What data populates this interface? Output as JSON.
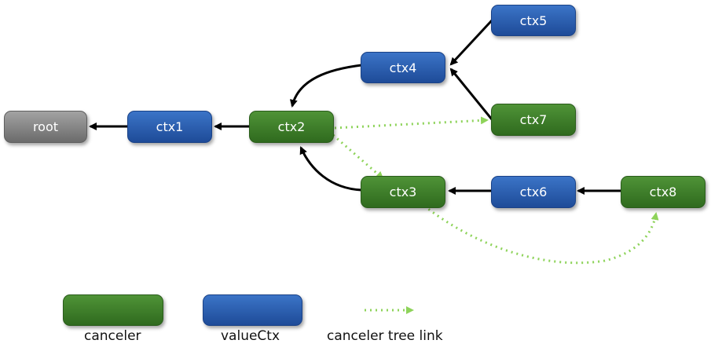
{
  "colors": {
    "canceler": "#3e7d2b",
    "valueCtx": "#2a5db0",
    "root": "#8a8a8a",
    "tree_link": "#8ed35a",
    "edge": "#000000"
  },
  "nodes": {
    "root": {
      "label": "root",
      "kind": "root"
    },
    "ctx1": {
      "label": "ctx1",
      "kind": "valueCtx"
    },
    "ctx2": {
      "label": "ctx2",
      "kind": "canceler"
    },
    "ctx3": {
      "label": "ctx3",
      "kind": "canceler"
    },
    "ctx4": {
      "label": "ctx4",
      "kind": "valueCtx"
    },
    "ctx5": {
      "label": "ctx5",
      "kind": "valueCtx"
    },
    "ctx6": {
      "label": "ctx6",
      "kind": "valueCtx"
    },
    "ctx7": {
      "label": "ctx7",
      "kind": "canceler"
    },
    "ctx8": {
      "label": "ctx8",
      "kind": "canceler"
    }
  },
  "parent_edges": [
    {
      "from": "ctx1",
      "to": "root"
    },
    {
      "from": "ctx2",
      "to": "ctx1"
    },
    {
      "from": "ctx4",
      "to": "ctx2"
    },
    {
      "from": "ctx3",
      "to": "ctx2"
    },
    {
      "from": "ctx5",
      "to": "ctx4"
    },
    {
      "from": "ctx7",
      "to": "ctx4"
    },
    {
      "from": "ctx6",
      "to": "ctx3"
    },
    {
      "from": "ctx8",
      "to": "ctx6"
    }
  ],
  "tree_links": [
    {
      "from": "ctx2",
      "to": "ctx7"
    },
    {
      "from": "ctx2",
      "to": "ctx3"
    },
    {
      "from": "ctx3",
      "to": "ctx8"
    }
  ],
  "legend": {
    "canceler": "canceler",
    "valueCtx": "valueCtx",
    "tree_link": "canceler tree link"
  }
}
